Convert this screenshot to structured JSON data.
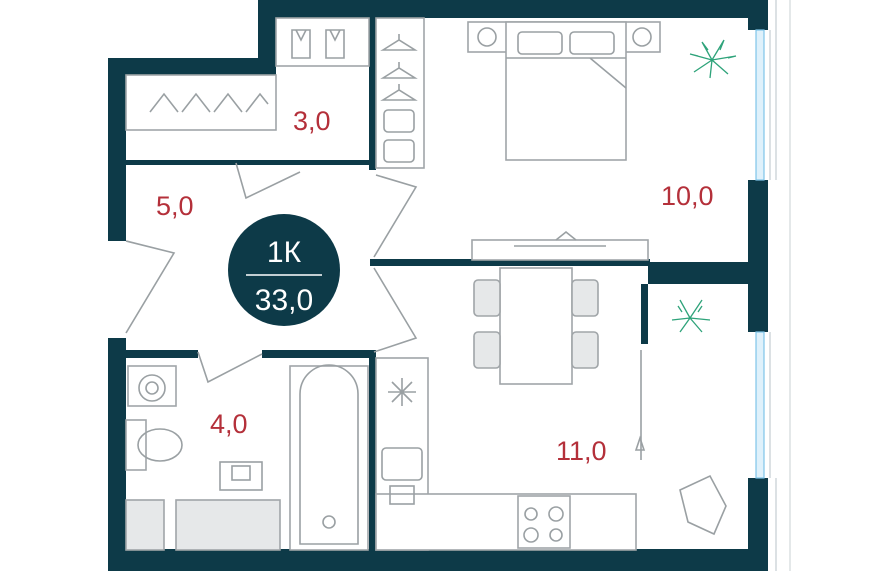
{
  "plan": {
    "apartment_type": "1К",
    "total_area": "33,0",
    "rooms": [
      {
        "id": "wardrobe",
        "area": "3,0"
      },
      {
        "id": "hall",
        "area": "5,0"
      },
      {
        "id": "bathroom",
        "area": "4,0"
      },
      {
        "id": "bedroom",
        "area": "10,0"
      },
      {
        "id": "kitchen-living",
        "area": "11,0"
      }
    ]
  },
  "colors": {
    "wall": "#0d3a48",
    "badge": "#0d3a48",
    "area_text": "#b4303a",
    "fixture_line": "#a0a5a8",
    "plant": "#2ea37a",
    "window": "#7ec4e8"
  }
}
